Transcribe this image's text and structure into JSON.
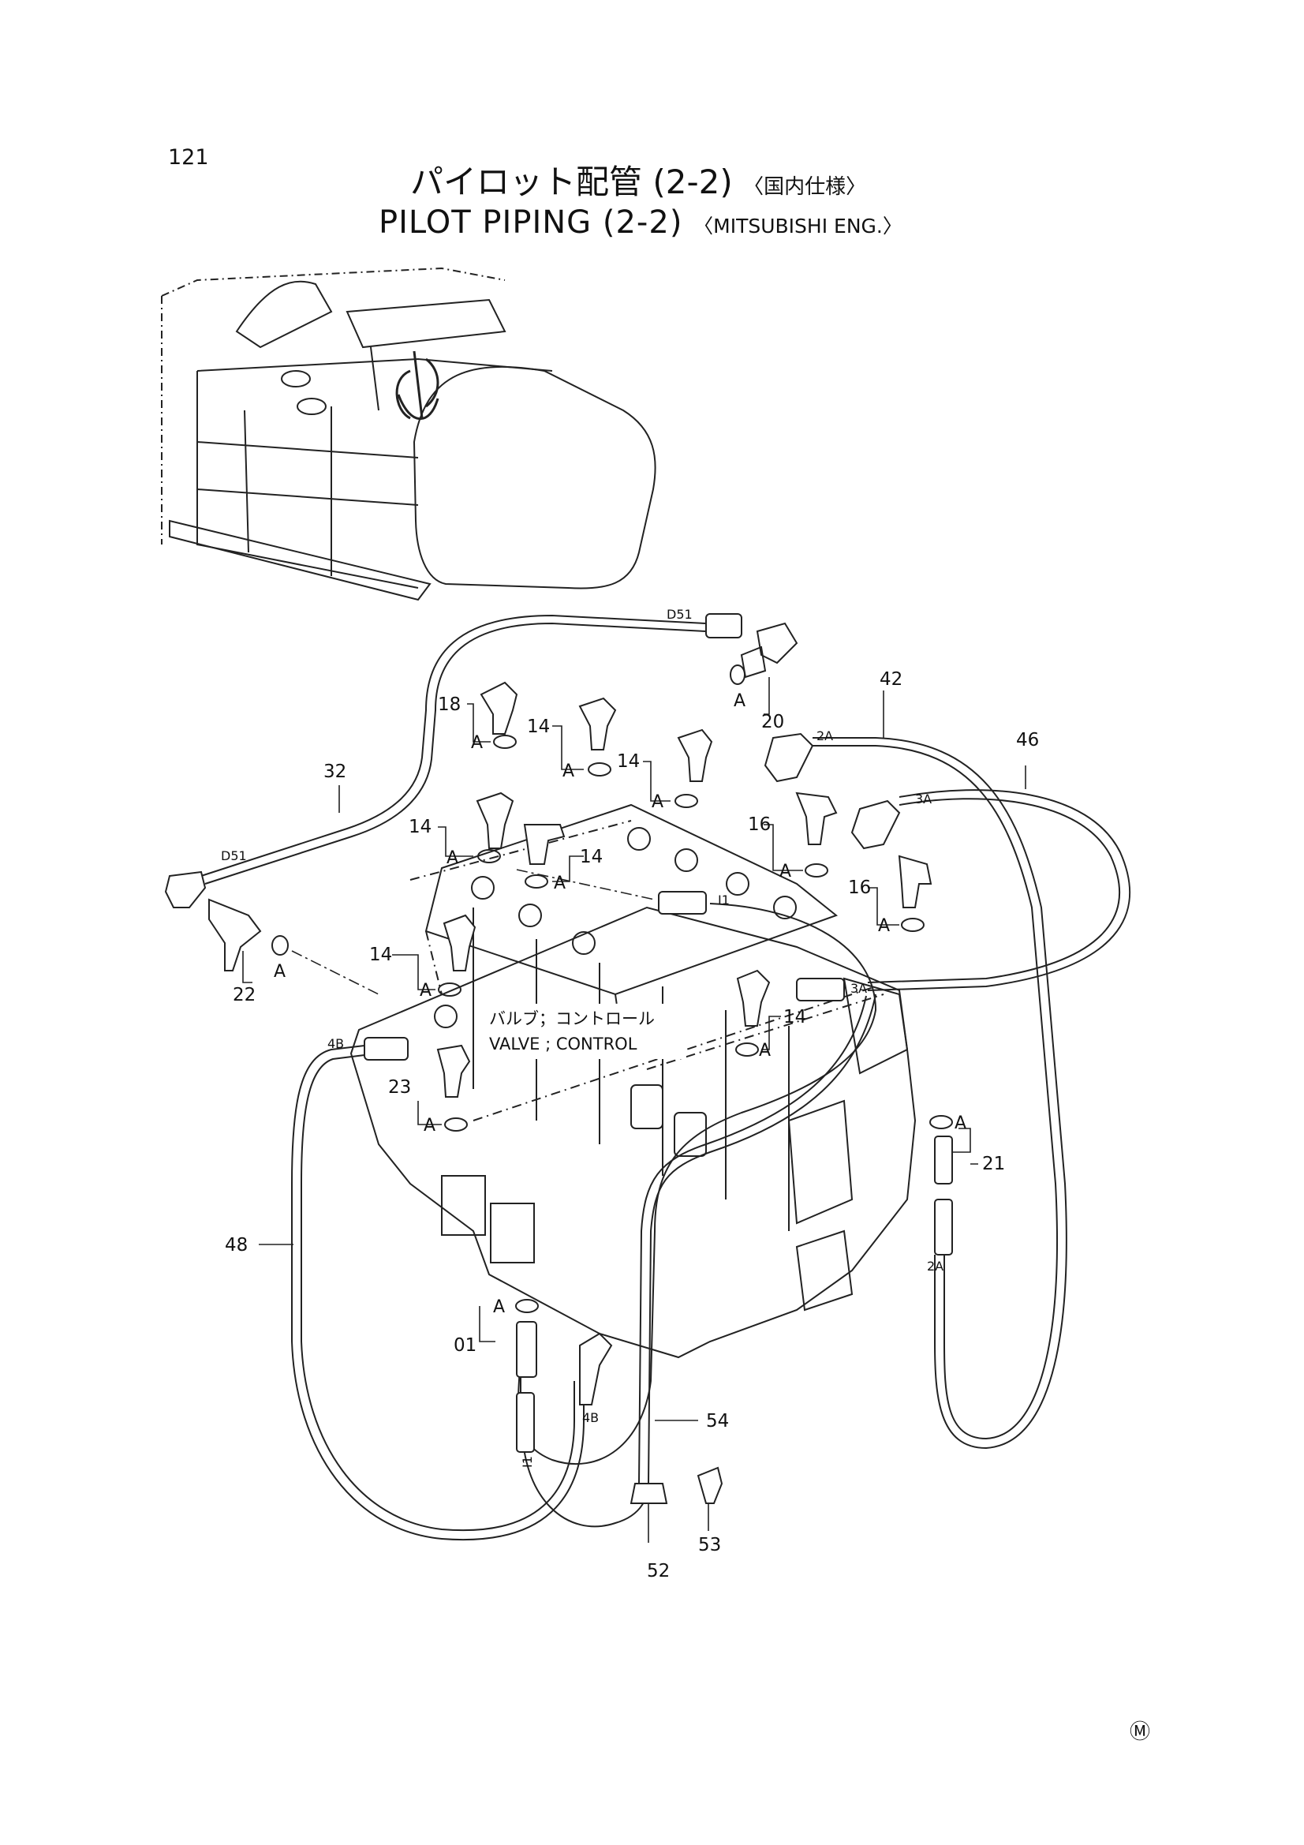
{
  "page": {
    "page_number": "121",
    "title_jp": "パイロット配管 (2-2)",
    "spec_jp": "〈国内仕様〉",
    "title_en": "PILOT PIPING (2-2)",
    "spec_en": "〈MITSUBISHI ENG.〉",
    "corner_mark": "Ⓜ"
  },
  "component": {
    "name_jp": "バルブ；コントロール",
    "name_en": "VALVE ; CONTROL"
  },
  "callouts": {
    "c18": "18",
    "c14a": "14",
    "c14b": "14",
    "c14c": "14",
    "c14d": "14",
    "c14e": "14",
    "c14f": "14",
    "c16a": "16",
    "c16b": "16",
    "c20": "20",
    "c21": "21",
    "c22": "22",
    "c23": "23",
    "c32": "32",
    "c42": "42",
    "c46": "46",
    "c48": "48",
    "c01": "01",
    "c52": "52",
    "c53": "53",
    "c54": "54"
  },
  "oring_label": "A",
  "hose_tags": {
    "d51_top": "D51",
    "d51_left": "D51",
    "t2a_top": "2A",
    "t2a_right": "2A",
    "t3a_top": "3A",
    "t3a_mid": "3A",
    "t4b_left": "4B",
    "t4b_bottom": "4B",
    "i1_mid": "I1",
    "i1_bottom": "I1"
  }
}
